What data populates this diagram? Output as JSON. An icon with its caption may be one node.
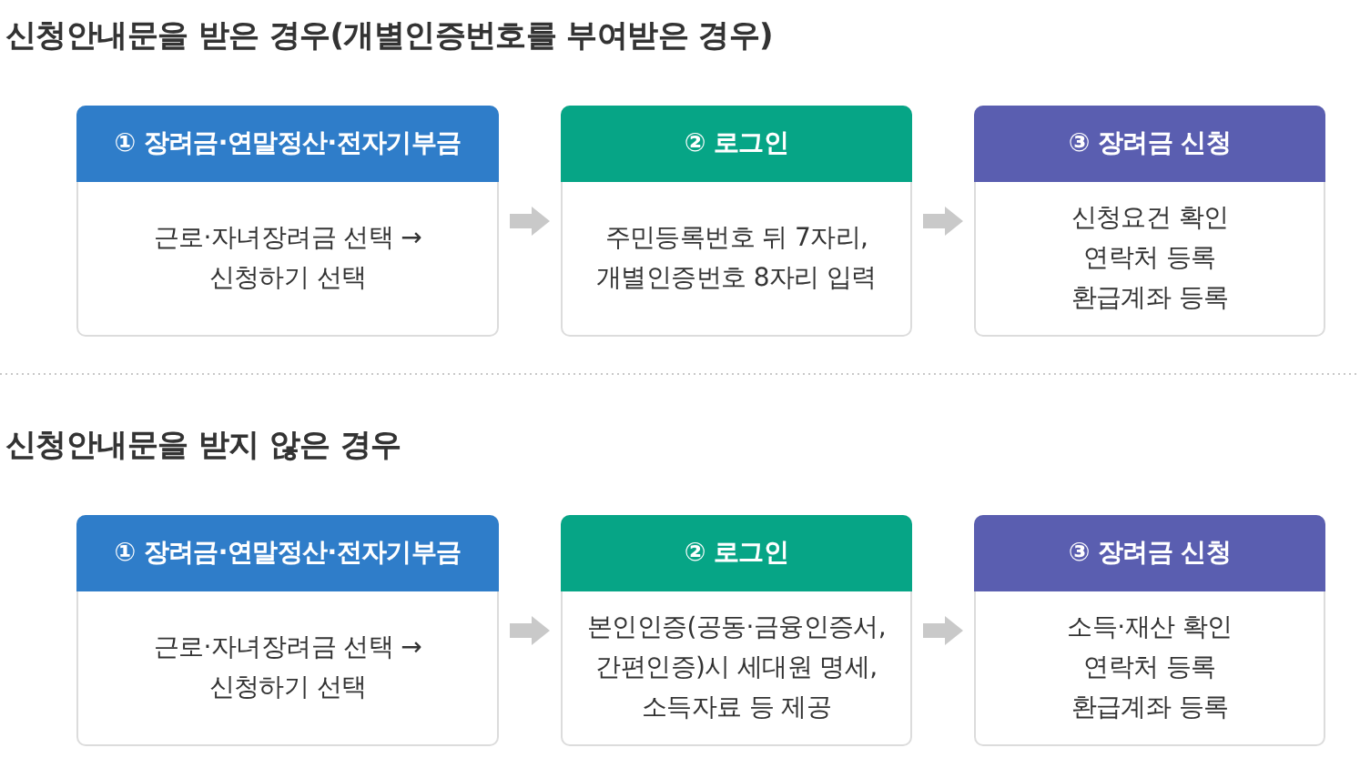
{
  "diagram": {
    "nodes": [
      {
        "text": [
          "① 장려금·연말정산·전자기부금",
          "근로·자녀장려금 선택 → 신청하기 선택"
        ]
      },
      {
        "text": [
          "② 로그인",
          "주민등록번호 뒤 7자리, 개별인증번호 8자리 입력"
        ]
      },
      {
        "text": [
          "③ 장려금 신청",
          "신청요건 확인 연락처 등록 환급계좌 등록"
        ]
      },
      {
        "text": [
          "① 장려금·연말정산·전자기부금",
          "근로·자녀장려금 선택 → 신청하기 선택"
        ]
      },
      {
        "text": [
          "② 로그인",
          "본인인증(공동·금융인증서, 간편인증)시 세대원 명세, 소득자료 등 제공"
        ]
      },
      {
        "text": [
          "③ 장려금 신청",
          "소득·재산 확인 연락처 등록 환급계좌 등록"
        ]
      }
    ],
    "edges": [
      {
        "from": 0,
        "to": 1,
        "arrow": "to"
      },
      {
        "from": 1,
        "to": 2,
        "arrow": "to"
      },
      {
        "from": 3,
        "to": 4,
        "arrow": "to"
      },
      {
        "from": 4,
        "to": 5,
        "arrow": "to"
      }
    ],
    "labels": [
      "신청안내문을 받은 경우(개별인증번호를 부여받은 경우)",
      "신청안내문을 받지 않은 경우"
    ]
  }
}
